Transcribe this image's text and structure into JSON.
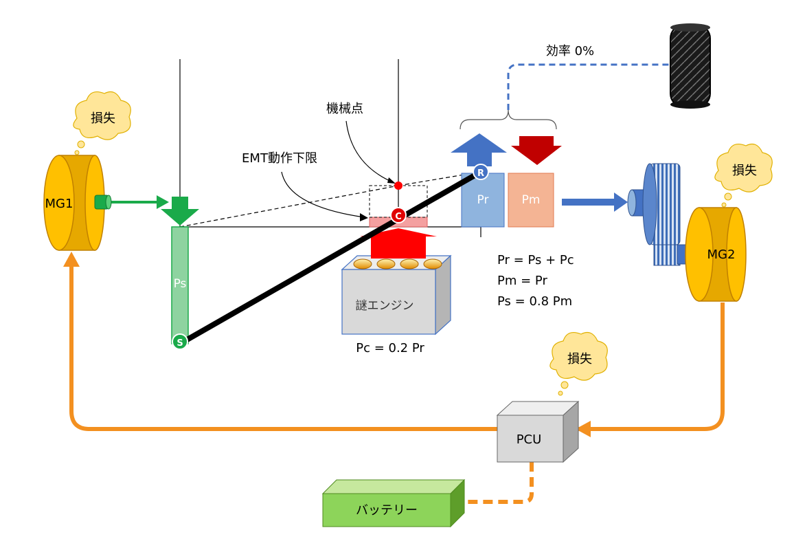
{
  "labels": {
    "mg1": "MG1",
    "mg2": "MG2",
    "loss1": "損失",
    "loss2": "損失",
    "loss3": "損失",
    "efficiency": "効率 0%",
    "mechanical_point": "機械点",
    "emt_lower_limit": "EMT動作下限",
    "engine": "謎エンジン",
    "pcu": "PCU",
    "battery": "バッテリー",
    "ps": "Ps",
    "pr": "Pr",
    "pm": "Pm",
    "node_s": "S",
    "node_c": "C",
    "node_r": "R"
  },
  "equations": {
    "eq1": "Pr = Ps + Pc",
    "eq2": "Pm = Pr",
    "eq3": "Ps = 0.8 Pm",
    "eq4": "Pc = 0.2 Pr"
  },
  "colors": {
    "motor_orange": "#FFC000",
    "power_orange": "#F39020",
    "green": "#1AAA4A",
    "ps_green": "#8ED3A0",
    "blue": "#4472C4",
    "pr_blue": "#8FB4DE",
    "pm_salmon": "#F4B494",
    "dark_red": "#C00000",
    "red": "#FF0000",
    "engine_gray": "#D9D9D9",
    "battery_green": "#8DD45A",
    "cloud_yellow": "#FFE699"
  }
}
